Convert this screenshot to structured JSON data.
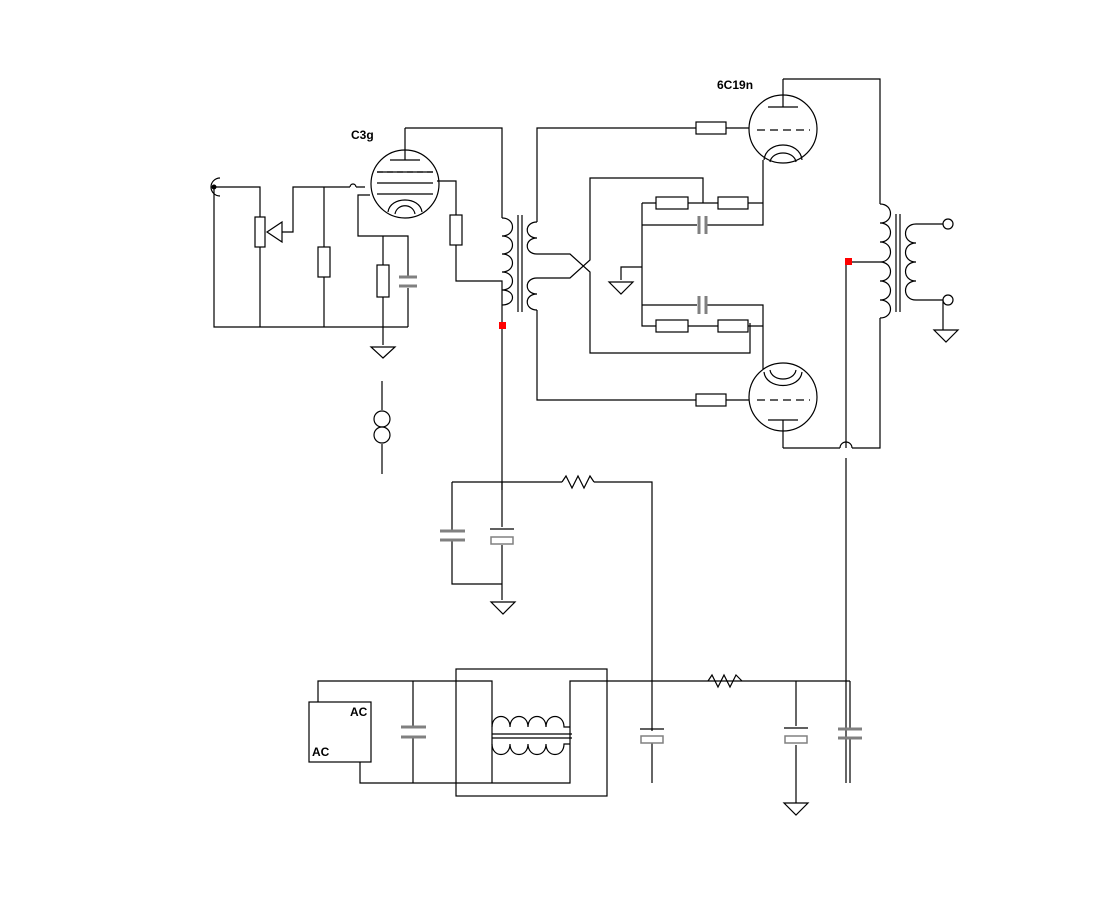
{
  "labels": {
    "input_tube": "C3g",
    "output_tubes": "6C19n",
    "ac_top": "AC",
    "ac_bottom": "AC"
  },
  "colors": {
    "wire": "#000000",
    "capacitor": "#808080",
    "node_marker": "#ff0000",
    "background": "#ffffff"
  }
}
